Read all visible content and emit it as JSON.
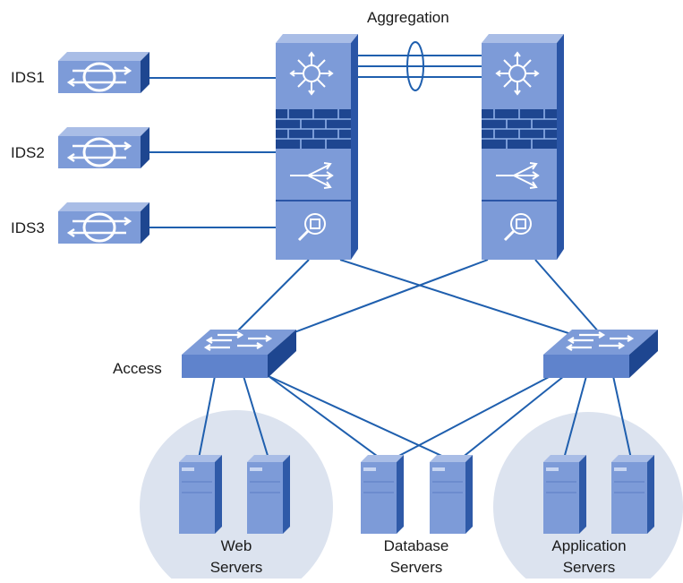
{
  "labels": {
    "aggregation": "Aggregation",
    "access": "Access",
    "ids1": "IDS1",
    "ids2": "IDS2",
    "ids3": "IDS3",
    "web_line1": "Web",
    "web_line2": "Servers",
    "db_line1": "Database",
    "db_line2": "Servers",
    "app_line1": "Application",
    "app_line2": "Servers"
  },
  "colors": {
    "device_face": "#7d9bd8",
    "device_dark": "#2f5aa8",
    "device_darker": "#1e4690",
    "link": "#1f5fae",
    "cluster": "#dce3ef"
  }
}
